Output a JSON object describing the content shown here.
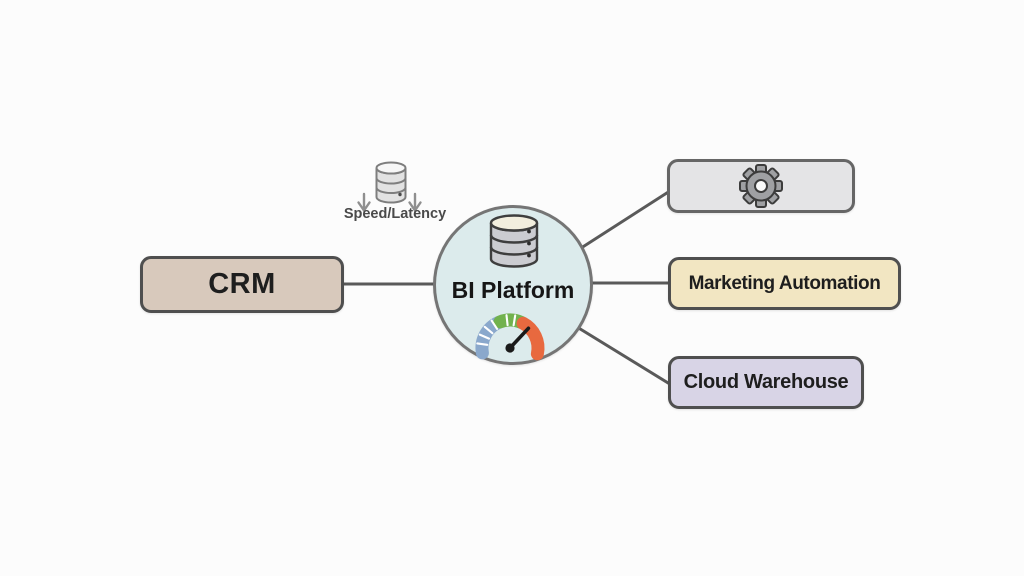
{
  "diagram": {
    "background": "#fcfcfc",
    "connector_color": "#5a5a5a",
    "nodes": {
      "crm": {
        "label": "CRM",
        "fill": "#d8c9bc",
        "border": "#4f4f4f"
      },
      "bi_platform": {
        "label": "BI Platform",
        "fill": "#dcebec",
        "border": "#757575",
        "icons": [
          "database-icon",
          "gauge-icon"
        ]
      },
      "settings": {
        "label": "",
        "fill": "#e4e4e6",
        "border": "#666666",
        "icons": [
          "gear-icon"
        ]
      },
      "marketing_automation": {
        "label": "Marketing Automation",
        "fill": "#f2e6c2",
        "border": "#4f4f4f"
      },
      "cloud_warehouse": {
        "label": "Cloud Warehouse",
        "fill": "#d8d4e6",
        "border": "#575757"
      }
    },
    "annotation": {
      "label": "Speed/Latency",
      "icon": "database-icon",
      "arrows": "down"
    },
    "edges": [
      {
        "from": "crm",
        "to": "bi_platform"
      },
      {
        "from": "bi_platform",
        "to": "settings"
      },
      {
        "from": "bi_platform",
        "to": "marketing_automation"
      },
      {
        "from": "bi_platform",
        "to": "cloud_warehouse"
      }
    ],
    "gauge": {
      "segment_colors": [
        "#8aa8cc",
        "#72b24e",
        "#e8693f"
      ],
      "needle_color": "#1a1a1a",
      "tick_color": "#ffffff"
    },
    "icon_colors": {
      "database_body": "#cbccd1",
      "database_top": "#f2eede",
      "small_database_body": "#e2e2e2",
      "gear_fill": "#9fa0a3",
      "arrow": "#8f8f8f"
    }
  }
}
